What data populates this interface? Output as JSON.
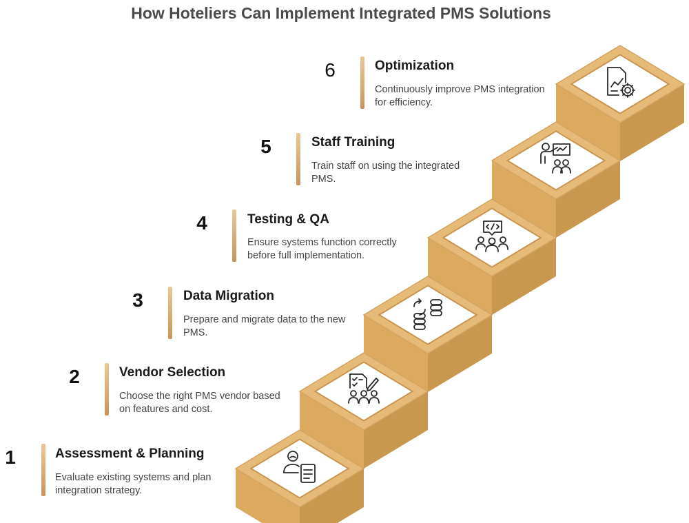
{
  "title": "How Hoteliers Can Implement Integrated PMS Solutions",
  "colors": {
    "tread_top": "#e6bb78",
    "tread_inner": "#ffffff",
    "riser_front": "#dcaa5e",
    "riser_side": "#c9984f",
    "icon_stroke": "#2a2a2a",
    "bar": "#d9aa6b"
  },
  "steps": [
    {
      "number": "1",
      "title": "Assessment & Planning",
      "description": "Evaluate existing systems and plan integration strategy.",
      "icon": "person-document-icon"
    },
    {
      "number": "2",
      "title": "Vendor Selection",
      "description": "Choose the right PMS vendor based on features and cost.",
      "icon": "checklist-team-icon"
    },
    {
      "number": "3",
      "title": "Data Migration",
      "description": "Prepare and migrate data to the new PMS.",
      "icon": "database-transfer-icon"
    },
    {
      "number": "4",
      "title": "Testing & QA",
      "description": "Ensure systems function correctly before full implementation.",
      "icon": "code-review-team-icon"
    },
    {
      "number": "5",
      "title": "Staff Training",
      "description": "Train staff on using the integrated PMS.",
      "icon": "presentation-training-icon"
    },
    {
      "number": "6",
      "title": "Optimization",
      "description": "Continuously improve PMS integration for efficiency.",
      "icon": "chart-gear-icon"
    }
  ]
}
